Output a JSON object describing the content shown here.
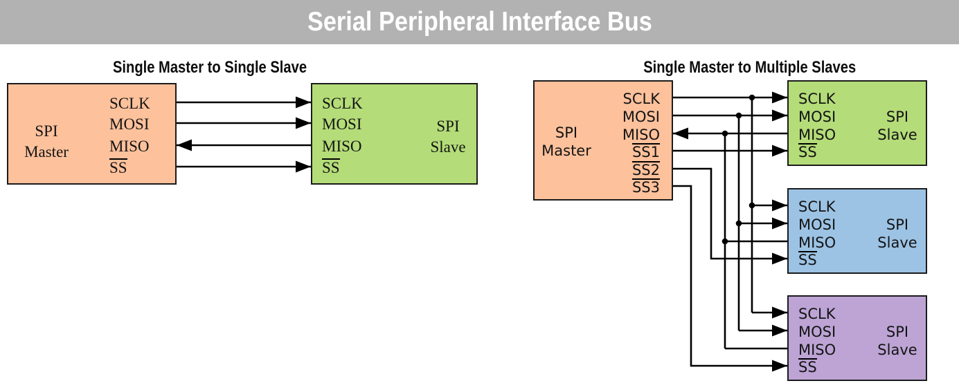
{
  "title_bar": {
    "title": "Serial Peripheral Interface Bus",
    "background_color": "#b2b2b2",
    "text_color": "#ffffff"
  },
  "left_diagram": {
    "heading": "Single Master to Single Slave",
    "master": {
      "label_line1": "SPI",
      "label_line2": "Master",
      "fill": "#fdc19c",
      "signals": [
        "SCLK",
        "MOSI",
        "MISO",
        "SS"
      ]
    },
    "slave": {
      "label_line1": "SPI",
      "label_line2": "Slave",
      "fill": "#b4dc78",
      "signals": [
        "SCLK",
        "MOSI",
        "MISO",
        "SS"
      ]
    },
    "connections": [
      {
        "signal": "SCLK",
        "direction": "master-to-slave"
      },
      {
        "signal": "MOSI",
        "direction": "master-to-slave"
      },
      {
        "signal": "MISO",
        "direction": "slave-to-master"
      },
      {
        "signal": "SS",
        "direction": "master-to-slave"
      }
    ]
  },
  "right_diagram": {
    "heading": "Single Master to Multiple Slaves",
    "master": {
      "label_line1": "SPI",
      "label_line2": "Master",
      "fill": "#fdc19c",
      "signals": [
        "SCLK",
        "MOSI",
        "MISO",
        "SS1",
        "SS2",
        "SS3"
      ]
    },
    "slaves": [
      {
        "label_line1": "SPI",
        "label_line2": "Slave",
        "fill": "#b4dc78",
        "signals": [
          "SCLK",
          "MOSI",
          "MISO",
          "SS"
        ]
      },
      {
        "label_line1": "SPI",
        "label_line2": "Slave",
        "fill": "#9cc3e4",
        "signals": [
          "SCLK",
          "MOSI",
          "MISO",
          "SS"
        ]
      },
      {
        "label_line1": "SPI",
        "label_line2": "Slave",
        "fill": "#bda4d5",
        "signals": [
          "SCLK",
          "MOSI",
          "MISO",
          "SS"
        ]
      }
    ],
    "connections": [
      {
        "signal": "SCLK",
        "direction": "master-to-all-slaves"
      },
      {
        "signal": "MOSI",
        "direction": "master-to-all-slaves"
      },
      {
        "signal": "MISO",
        "direction": "slaves-to-master"
      },
      {
        "signal": "SS1",
        "direction": "master-to-slave-1"
      },
      {
        "signal": "SS2",
        "direction": "master-to-slave-2"
      },
      {
        "signal": "SS3",
        "direction": "master-to-slave-3"
      }
    ]
  },
  "wire_color": "#000000"
}
